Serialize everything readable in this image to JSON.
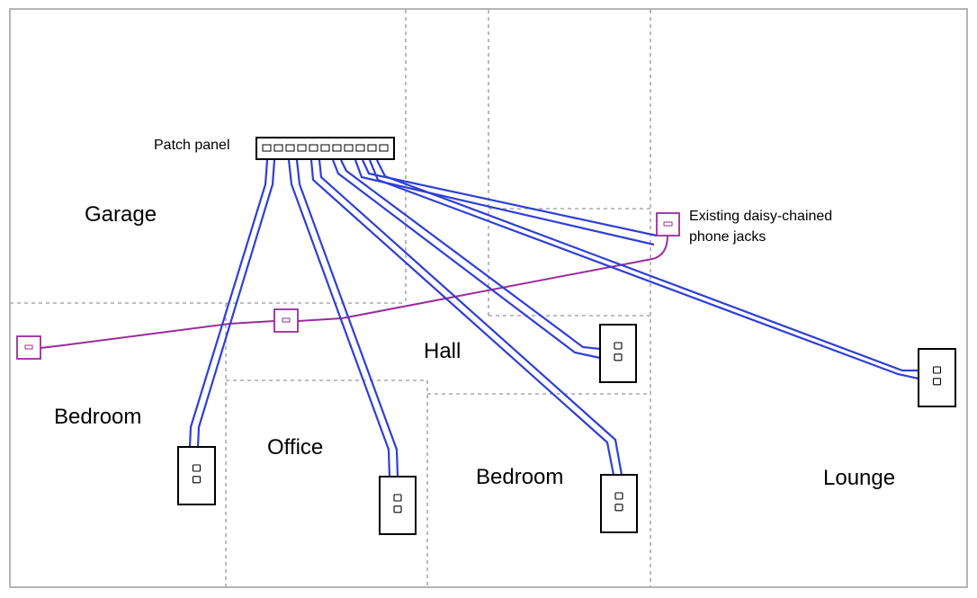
{
  "diagram": {
    "patch_panel_label": "Patch panel",
    "existing_jacks_label_line1": "Existing daisy-chained",
    "existing_jacks_label_line2": "phone jacks",
    "rooms": {
      "garage": "Garage",
      "hall": "Hall",
      "bedroom_left": "Bedroom",
      "office": "Office",
      "bedroom_center": "Bedroom",
      "lounge": "Lounge"
    },
    "colors": {
      "network_cable": "#2f3fd6",
      "phone_line": "#9b2c9b",
      "room_border": "#a9a9a9",
      "outer_border": "#b5b5b5",
      "outlet_stroke": "#000000"
    },
    "patch_panel_ports": 11,
    "wall_outlet_count": 5,
    "phone_jack_count": 3
  }
}
